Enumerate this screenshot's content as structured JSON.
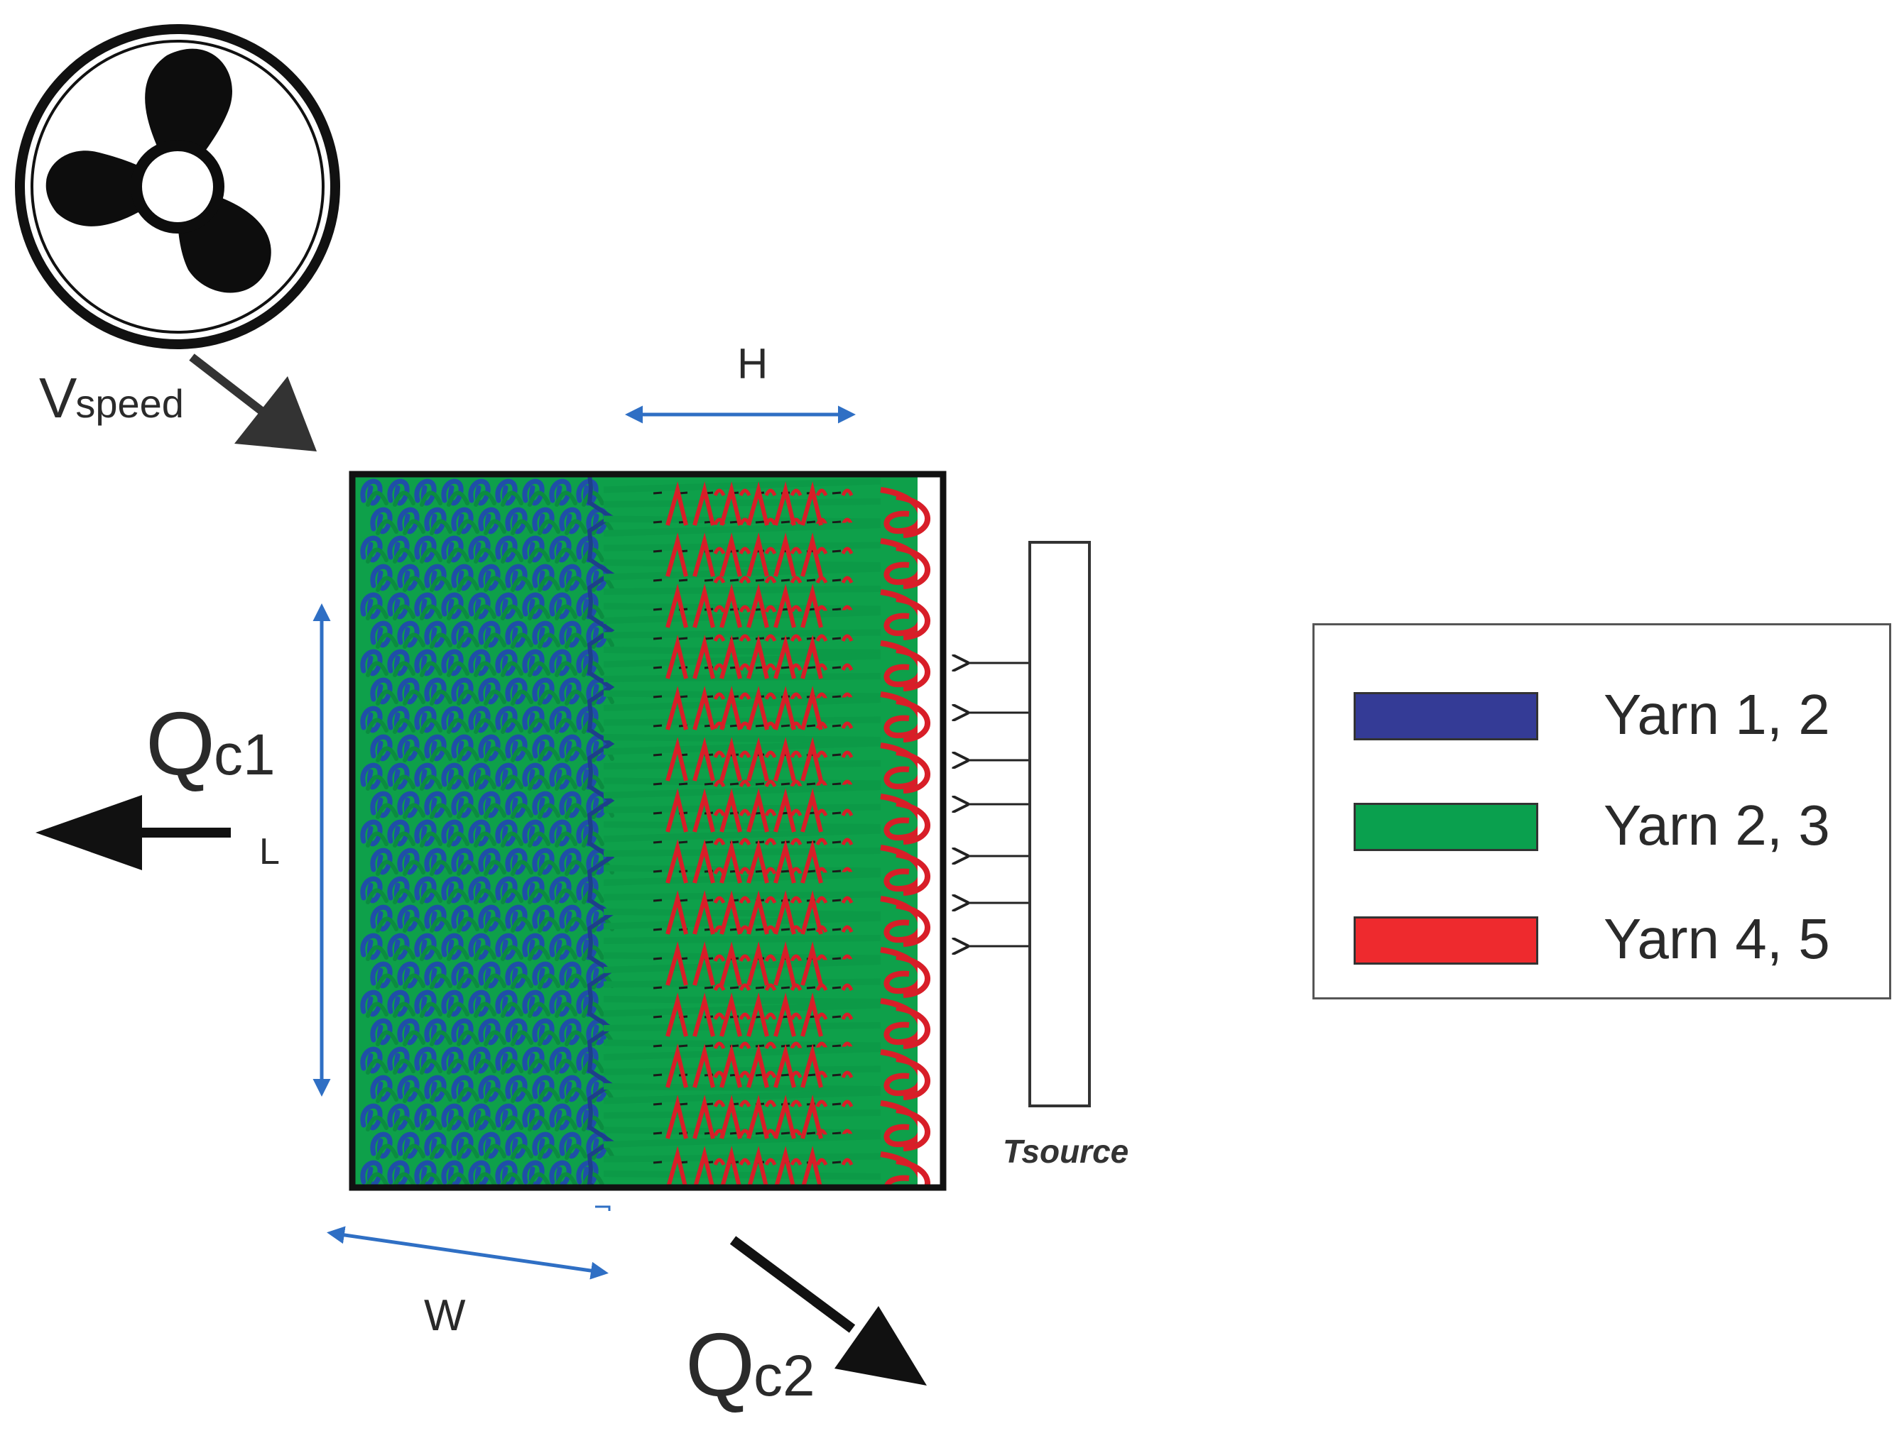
{
  "labels": {
    "v_main": "V",
    "v_sub": "speed",
    "h": "H",
    "l": "L",
    "w": "W",
    "qc1_main": "Q",
    "qc1_sub": "c1",
    "qc2_main": "Q",
    "qc2_sub": "c2",
    "tsource": "Tsource"
  },
  "legend": [
    {
      "label": "Yarn 1, 2",
      "color": "#343b96"
    },
    {
      "label": "Yarn 2, 3",
      "color": "#0aa04e"
    },
    {
      "label": "Yarn 4, 5",
      "color": "#ee2a2e"
    }
  ],
  "icons": [
    "fan-icon"
  ],
  "colors": {
    "dimension_arrow": "#2f6fc4",
    "blue_yarn": "#1f4fa8",
    "green_yarn": "#0ea04a",
    "red_yarn": "#d81e28",
    "outline": "#111111"
  }
}
